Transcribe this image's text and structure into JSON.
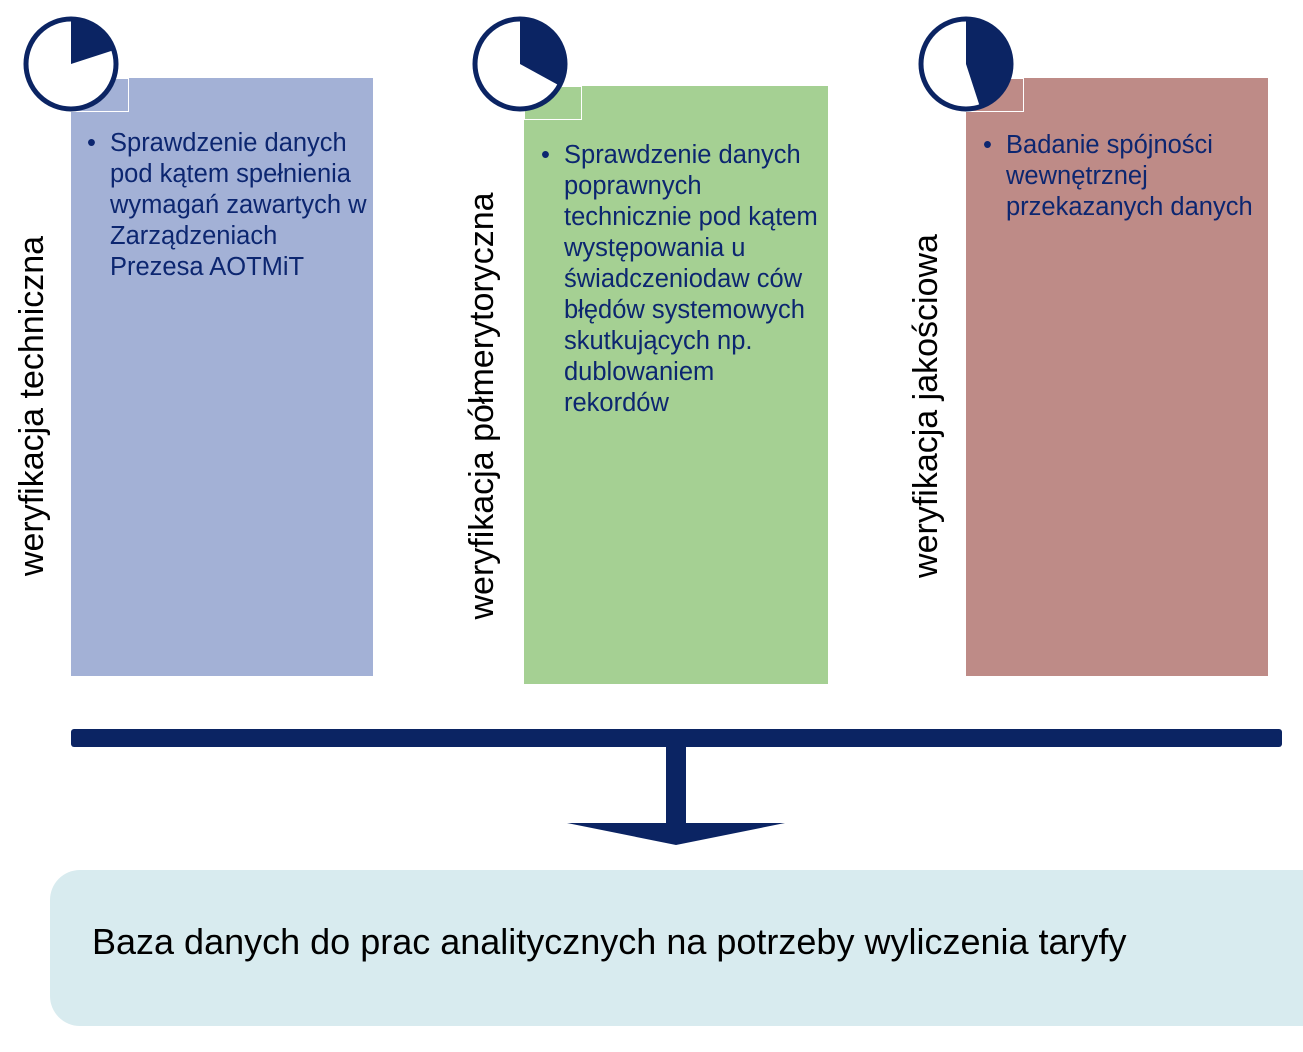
{
  "columns": [
    {
      "label": "weryfikacja techniczna",
      "pie_fraction": 0.2,
      "bullet": "Sprawdzenie danych pod kątem spełnienia wymagań zawartych w Zarządzeniach Prezesa AOTMiT"
    },
    {
      "label": "weryfikacja półmerytoryczna",
      "pie_fraction": 0.33,
      "bullet": "Sprawdzenie danych poprawnych technicznie pod kątem występowania u świadczeniodaw ców błędów systemowych skutkujących np. dublowaniem rekordów"
    },
    {
      "label": "weryfikacja jakościowa",
      "pie_fraction": 0.45,
      "bullet": "Badanie spójności wewnętrznej przekazanych danych"
    }
  ],
  "result": {
    "text": "Baza danych do prac analitycznych na potrzeby wyliczenia taryfy"
  },
  "colors": {
    "column_1": "#a3b1d6",
    "column_2": "#a5d093",
    "column_3": "#be8b87",
    "navy": "#0b2463",
    "result_bg": "#d8ebef"
  },
  "icons": {
    "pie": "pie-progress-icon",
    "arrow": "merge-down-arrow-icon"
  }
}
